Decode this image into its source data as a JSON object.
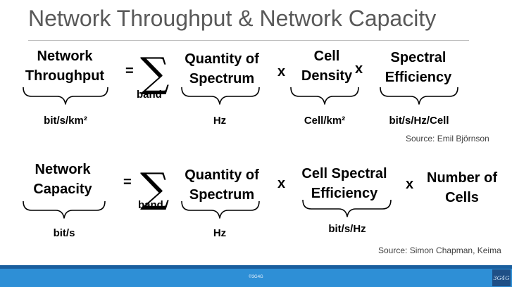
{
  "title": "Network Throughput & Network Capacity",
  "eq1": {
    "lhs": [
      "Network",
      "Throughput"
    ],
    "equals": "=",
    "sigma": "∑",
    "sigma_sub": "band",
    "term1": [
      "Quantity of",
      "Spectrum"
    ],
    "times1": "x",
    "term2": [
      "Cell",
      "Density"
    ],
    "times2": "x",
    "term3": [
      "Spectral",
      "Efficiency"
    ],
    "unit_lhs": "bit/s/km²",
    "unit1": "Hz",
    "unit2": "Cell/km²",
    "unit3": "bit/s/Hz/Cell",
    "source": "Source: Emil Björnson"
  },
  "eq2": {
    "lhs": [
      "Network",
      "Capacity"
    ],
    "equals": "=",
    "sigma": "∑",
    "sigma_sub": "band",
    "term1": [
      "Quantity of",
      "Spectrum"
    ],
    "times1": "x",
    "term2": [
      "Cell Spectral",
      "Efficiency"
    ],
    "times2": "x",
    "term3": [
      "Number of",
      "Cells"
    ],
    "unit_lhs": "bit/s",
    "unit1": "Hz",
    "unit2": "bit/s/Hz",
    "source": "Source: Simon Chapman, Keima"
  },
  "footer": {
    "copyright": "©3G4G",
    "logo": "3G4G"
  },
  "colors": {
    "title": "#595959",
    "footer_band": "#2e8fd6",
    "footer_line": "#1a5f9e",
    "logo_bg": "#1f4f86"
  }
}
